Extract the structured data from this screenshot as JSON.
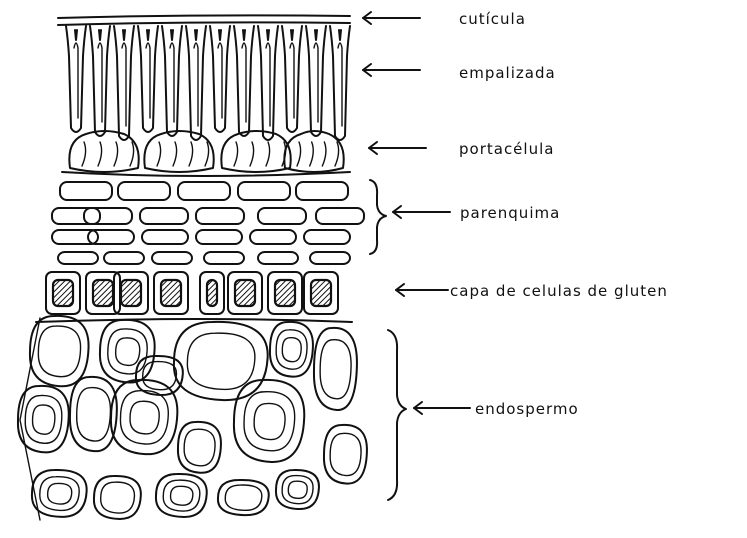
{
  "labels": {
    "cuticula": "cutícula",
    "empalizada": "empalizada",
    "portacelula": "portacélula",
    "parenquima": "parenquima",
    "capa": "capa de celulas de gluten",
    "endospermo": "endospermo"
  }
}
